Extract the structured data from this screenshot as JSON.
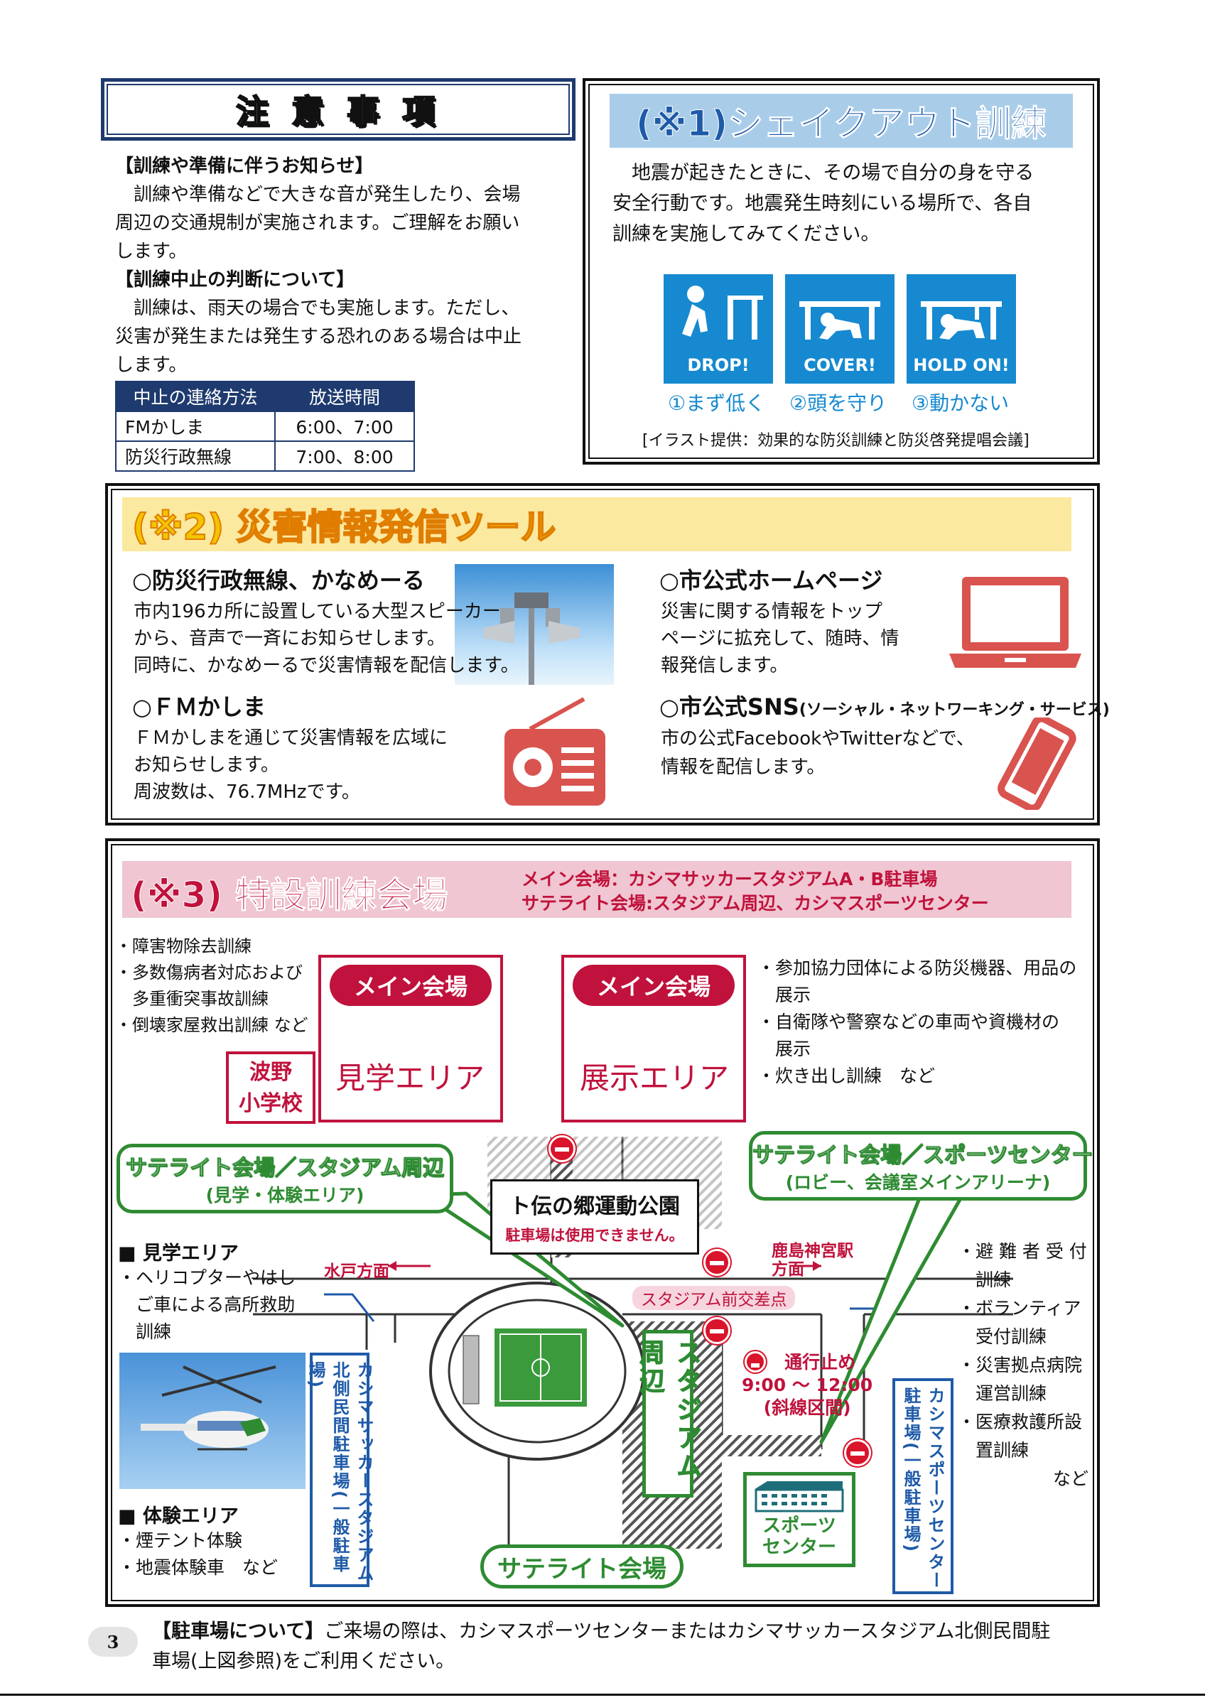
{
  "notes": {
    "title": "注 意 事 項",
    "h1": "【訓練や準備に伴うお知らせ】",
    "p1": [
      "　訓練や準備などで大きな音が発生したり、会場",
      "周辺の交通規制が実施されます。ご理解をお願い",
      "します。"
    ],
    "h2": "【訓練中止の判断について】",
    "p2": [
      "　訓練は、雨天の場合でも実施します。ただし、",
      "災害が発生または発生する恐れのある場合は中止",
      "します。"
    ],
    "table_headers": [
      "中止の連絡方法",
      "放送時間"
    ],
    "table_rows": [
      [
        "FMかしま",
        "6:00、7:00"
      ],
      [
        "防災行政無線",
        "7:00、8:00"
      ]
    ]
  },
  "shakeout": {
    "title": "(※1)シェイクアウト訓練",
    "text": [
      "　地震が起きたときに、その場で自分の身を守る",
      "安全行動です。地震発生時刻にいる場所で、各自",
      "訓練を実施してみてください。"
    ],
    "icons": [
      {
        "en": "DROP!",
        "jp": "①まず低く"
      },
      {
        "en": "COVER!",
        "jp": "②頭を守り"
      },
      {
        "en": "HOLD ON!",
        "jp": "③動かない"
      }
    ],
    "credit": "[イラスト提供：効果的な防災訓練と防災啓発提唱会議]"
  },
  "tools": {
    "title": "(※2) 災害情報発信ツール",
    "musen_head": "○防災行政無線、かなめーる",
    "musen_text": [
      "市内196カ所に設置している大型スピーカー",
      "から、音声で一斉にお知らせします。",
      "同時に、かなめーるで災害情報を配信します。"
    ],
    "fm_head": "○ＦＭかしま",
    "fm_text": [
      "ＦＭかしまを通じて災害情報を広域に",
      "お知らせします。",
      "周波数は、76.7MHzです。"
    ],
    "hp_head": "○市公式ホームページ",
    "hp_text": [
      "災害に関する情報をトップ",
      "ページに拡充して、随時、情",
      "報発信します。"
    ],
    "sns_head": "○市公式SNS",
    "sns_sub": "(ソーシャル・ネットワーキング・サービス)",
    "sns_text": [
      "市の公式FacebookやTwitterなどで、",
      "情報を配信します。"
    ]
  },
  "venue": {
    "title": "(※3) 特設訓練会場",
    "main_line": "メイン会場：カシマサッカースタジアムA・B駐車場",
    "sat_line": "サテライト会場:スタジアム周辺、カシマスポーツセンター",
    "left_list": [
      "・障害物除去訓練",
      "・多数傷病者対応および",
      "　多重衝突事故訓練",
      "・倒壊家屋救出訓練 など"
    ],
    "main_badge": "メイン会場",
    "kengaku_area": "見学エリア",
    "tenji_area": "展示エリア",
    "hano": [
      "波野",
      "小学校"
    ],
    "right_list": [
      "・参加協力団体による防災機器、用品の",
      "　展示",
      "・自衛隊や警察などの車両や資機材の",
      "　展示",
      "・炊き出し訓練　など"
    ],
    "sat_left": [
      "サテライト会場／スタジアム周辺",
      "(見学・体験エリア)"
    ],
    "sat_right": [
      "サテライト会場／スポーツセンター",
      "(ロビー、会議室メインアリーナ)"
    ],
    "park": "ト伝の郷運動公園",
    "park_note": "駐車場は使用できません。",
    "mito": "水戸方面",
    "kashima_jingu": [
      "鹿島神宮駅",
      "方面"
    ],
    "crossing": "スタジアム前交差点",
    "kengaku_head": "■ 見学エリア",
    "kengaku_text": [
      "・ヘリコプターやはし",
      "　ご車による高所救助",
      "　訓練"
    ],
    "taiken_head": "■ 体験エリア",
    "taiken_text": [
      "・煙テント体験",
      "・地震体験車　など"
    ],
    "parking_north": "カシマサッカースタジアム北側民間駐車場(一般駐車場)",
    "stadium_area": "スタジアム周辺",
    "closure": [
      "通行止め",
      "9:00 ～ 12:00",
      "(斜線区間)"
    ],
    "sports_center": [
      "スポーツ",
      "センター"
    ],
    "parking_sc": "カシマスポーツセンター駐車場(一般駐車場)",
    "sat_bottom": "サテライト会場",
    "right_list2": [
      "・避 難 者 受 付",
      "　訓練",
      "・ボランティア",
      "　受付訓練",
      "・災害拠点病院",
      "　運営訓練",
      "・医療救護所設",
      "　置訓練",
      "など"
    ]
  },
  "footer": {
    "page": "3",
    "parking_head": "【駐車場について】",
    "parking_text1": "ご来場の際は、カシマスポーツセンターまたはカシマサッカースタジアム北側民間駐",
    "parking_text2": "車場(上図参照)をご利用ください。"
  }
}
